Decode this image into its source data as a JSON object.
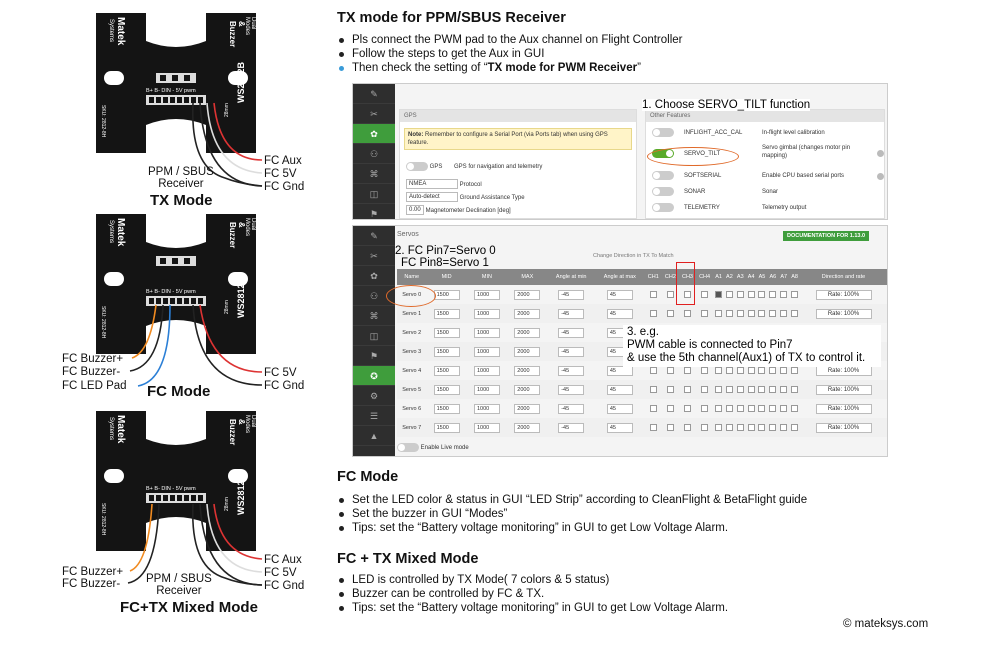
{
  "colors": {
    "board": "#141414",
    "wire_red": "#d33",
    "wire_white": "#ddd",
    "wire_black": "#222",
    "wire_blue": "#2b7fd6",
    "wire_orange": "#f08a20",
    "accent_green": "#3f9d3c",
    "circle": "#e06a2a"
  },
  "board": {
    "brand": "Matek",
    "brand_sub": "Systems",
    "product": "& Buzzer",
    "product_sub": "Dual Modes",
    "size": "28mm",
    "chip": "WS2812B",
    "sku": "SKU: 2812-8H",
    "pins": "B+ B- DIN - 5V pwm"
  },
  "tx": {
    "mode_title": "TX Mode",
    "left_label": "PPM / SBUS\nReceiver",
    "right": [
      "FC Aux",
      "FC 5V",
      "FC Gnd"
    ]
  },
  "fc": {
    "mode_title": "FC Mode",
    "left": [
      "FC Buzzer+",
      "FC Buzzer-",
      "FC LED Pad"
    ],
    "right": [
      "FC 5V",
      "FC Gnd"
    ]
  },
  "mixed": {
    "mode_title": "FC+TX Mixed Mode",
    "left": [
      "FC Buzzer+",
      "FC Buzzer-"
    ],
    "mid_label": "PPM / SBUS\nReceiver",
    "right": [
      "FC Aux",
      "FC 5V",
      "FC Gnd"
    ]
  },
  "sec1": {
    "title": "TX mode for PPM/SBUS Receiver",
    "bullets": [
      "Pls connect the PWM pad to the Aux channel on Flight Controller",
      "Follow the steps to get the Aux in GUI"
    ],
    "b3_pre": "Then check the setting of “",
    "b3_bold": "TX mode for PWM Receiver",
    "b3_post": "”"
  },
  "gui1": {
    "gps_header": "GPS",
    "note_bold": "Note:",
    "note_text": " Remember to configure a Serial Port (via Ports tab) when using GPS feature.",
    "gps_toggle": "GPS",
    "gps_desc": "GPS for navigation and telemetry",
    "protocol_val": "NMEA",
    "protocol_lbl": "Protocol",
    "ga_val": "Auto-detect",
    "ga_lbl": "Ground Assistance Type",
    "md_val": "0.00",
    "md_lbl": "Magnetometer Declination [deg]",
    "other_header": "Other Features",
    "features": [
      {
        "name": "INFLIGHT_ACC_CAL",
        "desc": "In-flight level calibration"
      },
      {
        "name": "SERVO_TILT",
        "desc": "Servo gimbal (changes motor pin mapping)"
      },
      {
        "name": "SOFTSERIAL",
        "desc": "Enable CPU based serial ports"
      },
      {
        "name": "SONAR",
        "desc": "Sonar"
      },
      {
        "name": "TELEMETRY",
        "desc": "Telemetry output"
      }
    ],
    "annot": "1. Choose SERVO_TILT function"
  },
  "gui2": {
    "title": "Servos",
    "doc": "DOCUMENTATION FOR 1.13.0",
    "annot2a": "2. FC Pin7=Servo 0",
    "annot2b": "FC Pin8=Servo 1",
    "change_dir": "Change Direction in TX To Match",
    "headers": [
      "Name",
      "MID",
      "MIN",
      "MAX",
      "Angle at min",
      "Angle at max",
      "CH1",
      "CH2",
      "CH3",
      "CH4",
      "A1",
      "A2",
      "A3",
      "A4",
      "A5",
      "A6",
      "A7",
      "A8",
      "Direction and rate"
    ],
    "rows": [
      "Servo 0",
      "Servo 1",
      "Servo 2",
      "Servo 3",
      "Servo 4",
      "Servo 5",
      "Servo 6",
      "Servo 7"
    ],
    "mid": "1500",
    "min": "1000",
    "max": "2000",
    "amin": "-45",
    "amax": "45",
    "rate": "Rate: 100%",
    "annot3a": "3. e.g.",
    "annot3b": "PWM cable is connected to Pin7",
    "annot3c": "& use the 5th channel(Aux1) of TX to control it.",
    "live": "Enable Live mode"
  },
  "sec2": {
    "title": "FC Mode",
    "bullets": [
      "Set the LED color & status in GUI “LED Strip” according to CleanFlight & BetaFlight guide",
      "Set the buzzer in GUI “Modes”",
      "Tips: set the “Battery voltage monitoring” in GUI to get Low Voltage Alarm."
    ]
  },
  "sec3": {
    "title": "FC + TX Mixed Mode",
    "bullets": [
      "LED is controlled by TX Mode( 7 colors & 5 status)",
      "Buzzer can be controlled by FC & TX.",
      "Tips: set the “Battery voltage monitoring” in GUI to get Low Voltage Alarm."
    ]
  },
  "footer": "© mateksys.com"
}
